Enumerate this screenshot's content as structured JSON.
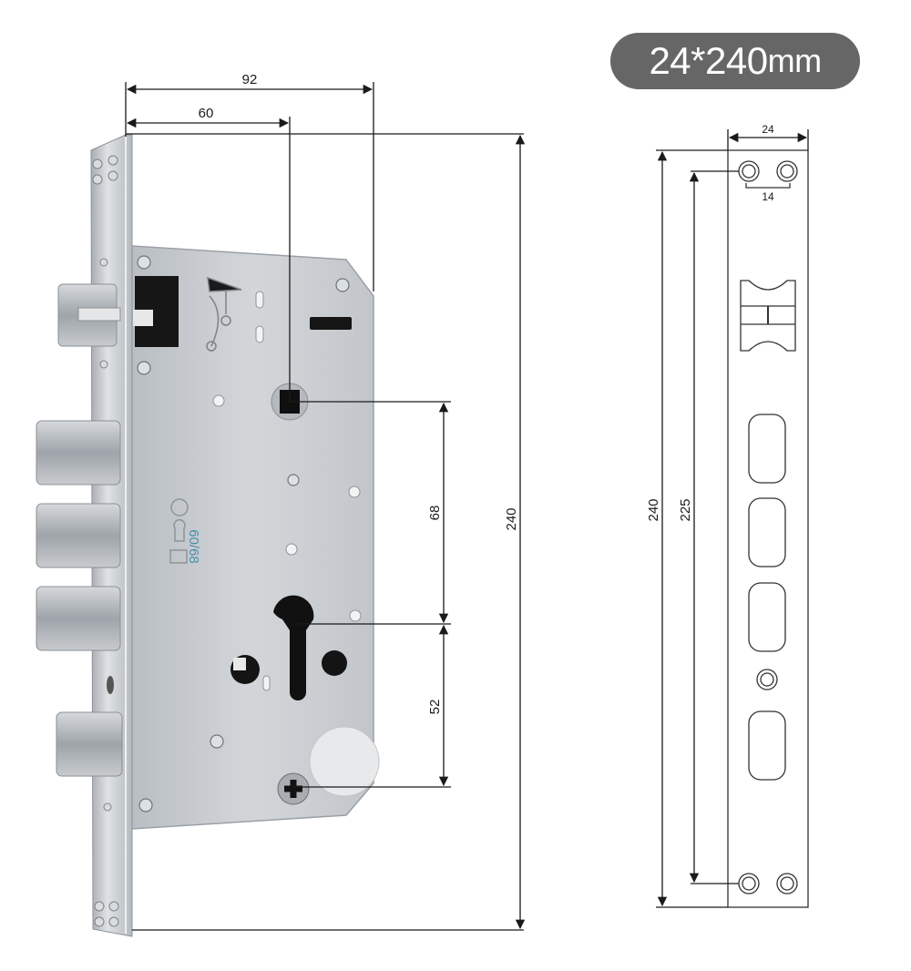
{
  "title_badge": {
    "size": "24*240",
    "unit": "mm",
    "color": "#666666"
  },
  "lock_body": {
    "dimensions": {
      "backset_total": "92",
      "backset_center": "60",
      "height_total": "240",
      "handle_to_cylinder": "68",
      "cylinder_to_bottom": "52"
    },
    "stamp_mark": "60/68",
    "colors": {
      "steel": "#c4c8cc",
      "steel_dark": "#9aa0a6",
      "hole": "#111111",
      "line": "#1a1a1a"
    }
  },
  "faceplate_drawing": {
    "dimensions": {
      "width": "24",
      "screw_spacing": "14",
      "height_total": "240",
      "screw_hole_span": "225"
    },
    "bolt_slot_count": 4,
    "screw_holes": 4
  }
}
